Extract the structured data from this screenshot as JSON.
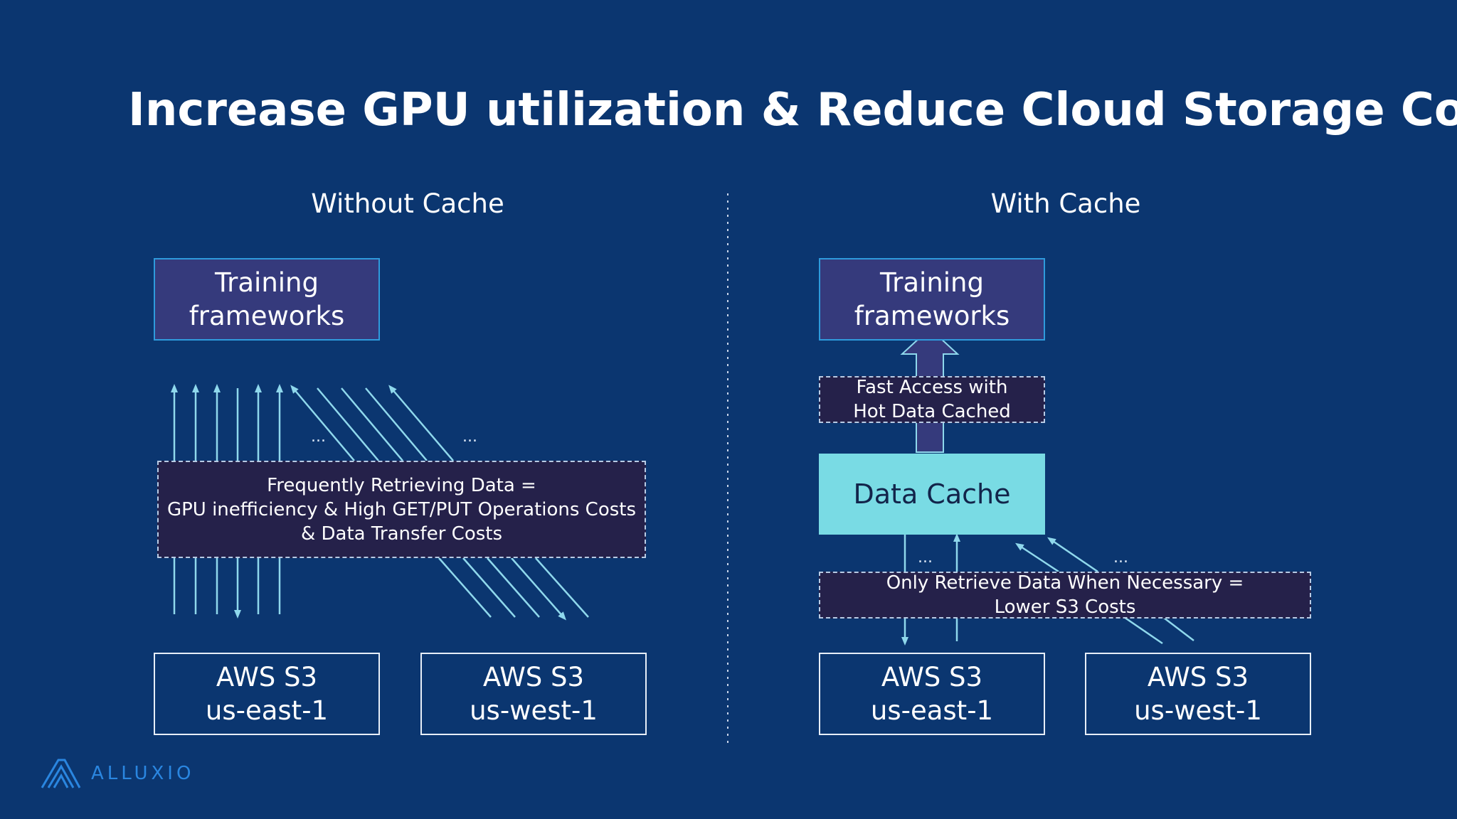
{
  "slide": {
    "title": "Increase GPU utilization & Reduce Cloud Storage Cost",
    "left": {
      "heading": "Without Cache",
      "training": "Training\nframeworks",
      "note": "Frequently Retrieving Data =\nGPU inefficiency & High GET/PUT Operations Costs\n& Data Transfer Costs",
      "ellipsis_1": "...",
      "ellipsis_2": "...",
      "s3_east": "AWS S3\nus-east-1",
      "s3_west": "AWS S3\nus-west-1"
    },
    "right": {
      "heading": "With Cache",
      "training": "Training\nframeworks",
      "fast_access": "Fast Access with\nHot Data Cached",
      "cache": "Data Cache",
      "note": "Only Retrieve Data When Necessary =\nLower S3 Costs",
      "ellipsis_1": "...",
      "ellipsis_2": "...",
      "s3_east": "AWS S3\nus-east-1",
      "s3_west": "AWS S3\nus-west-1"
    },
    "logo": {
      "text": "ALLUXIO",
      "icon": "alluxio-logo-icon"
    },
    "colors": {
      "background": "#0b3670",
      "training_box": "#353a7c",
      "training_border": "#2e9bdc",
      "note_box": "#25214a",
      "cache_box": "#79dbe4",
      "arrow": "#8fd8ec",
      "logo": "#2a86e0"
    }
  }
}
